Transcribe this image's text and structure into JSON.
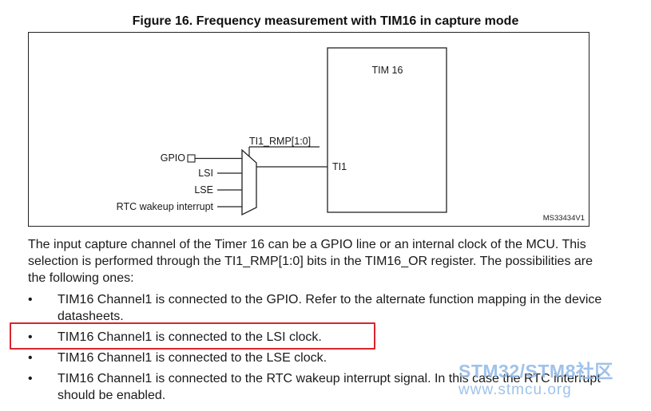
{
  "figure": {
    "title": "Figure 16. Frequency measurement with TIM16 in capture mode",
    "block_label": "TIM 16",
    "mux_label": "TI1_RMP[1:0]",
    "output_label": "TI1",
    "inputs": [
      "GPIO",
      "LSI",
      "LSE",
      "RTC wakeup interrupt"
    ],
    "figure_id": "MS33434V1"
  },
  "body": {
    "paragraph": "The input capture channel of the Timer 16 can be a GPIO line or an internal clock of the MCU. This selection is performed through the TI1_RMP[1:0] bits in the TIM16_OR register. The possibilities are the following ones:",
    "bullets": [
      "TIM16 Channel1 is connected to the GPIO. Refer to the alternate function mapping in the device datasheets.",
      "TIM16 Channel1 is connected to the LSI clock.",
      "TIM16 Channel1 is connected to the LSE clock.",
      "TIM16 Channel1 is connected to the RTC wakeup interrupt signal. In this case the RTC interrupt should be enabled."
    ],
    "highlighted_index": 1
  },
  "watermark": {
    "brand": "STM32/STM8社区",
    "url": "www.stmcu.org"
  },
  "colors": {
    "highlight": "#d9252b",
    "watermark": "#8fb8e6"
  }
}
